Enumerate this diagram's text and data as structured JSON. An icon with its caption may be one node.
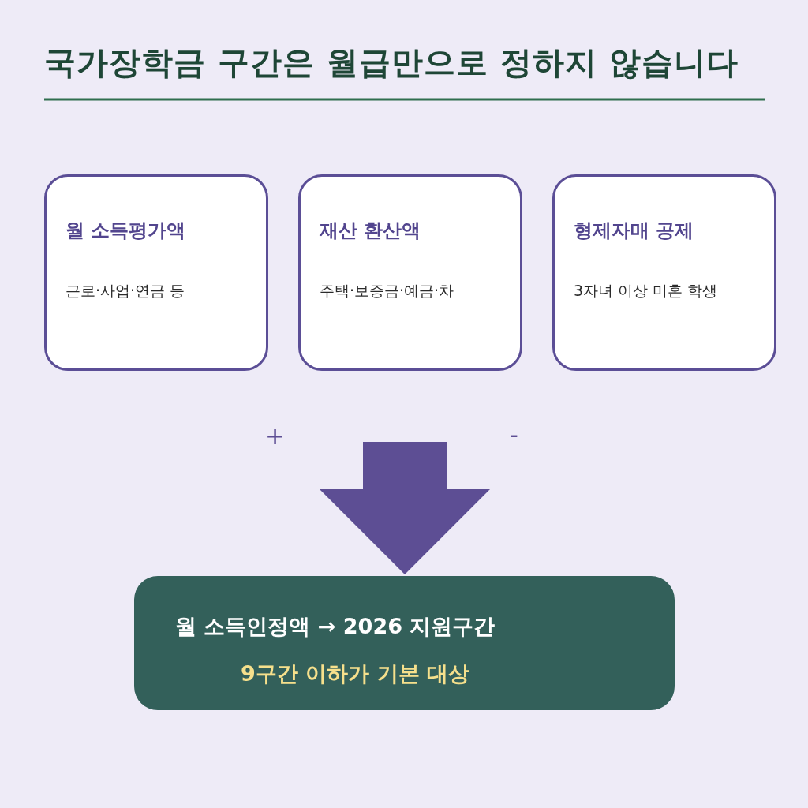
{
  "diagram": {
    "title": "국가장학금 구간은 월급만으로 정하지 않습니다",
    "nodes": [
      {
        "text": [
          "월 소득평가액",
          "근로·사업·연금 등"
        ]
      },
      {
        "text": [
          "재산 환산액",
          "주택·보증금·예금·차"
        ]
      },
      {
        "text": [
          "형제자매 공제",
          "3자녀 이상 미혼 학생"
        ]
      },
      {
        "text": [
          "월 소득인정액 → 2026 지원구간",
          "9구간 이하가 기본 대상"
        ]
      }
    ],
    "edges": [
      {
        "from": null,
        "to": 3,
        "arrow": "to"
      }
    ],
    "labels": [
      "+",
      "-"
    ]
  }
}
